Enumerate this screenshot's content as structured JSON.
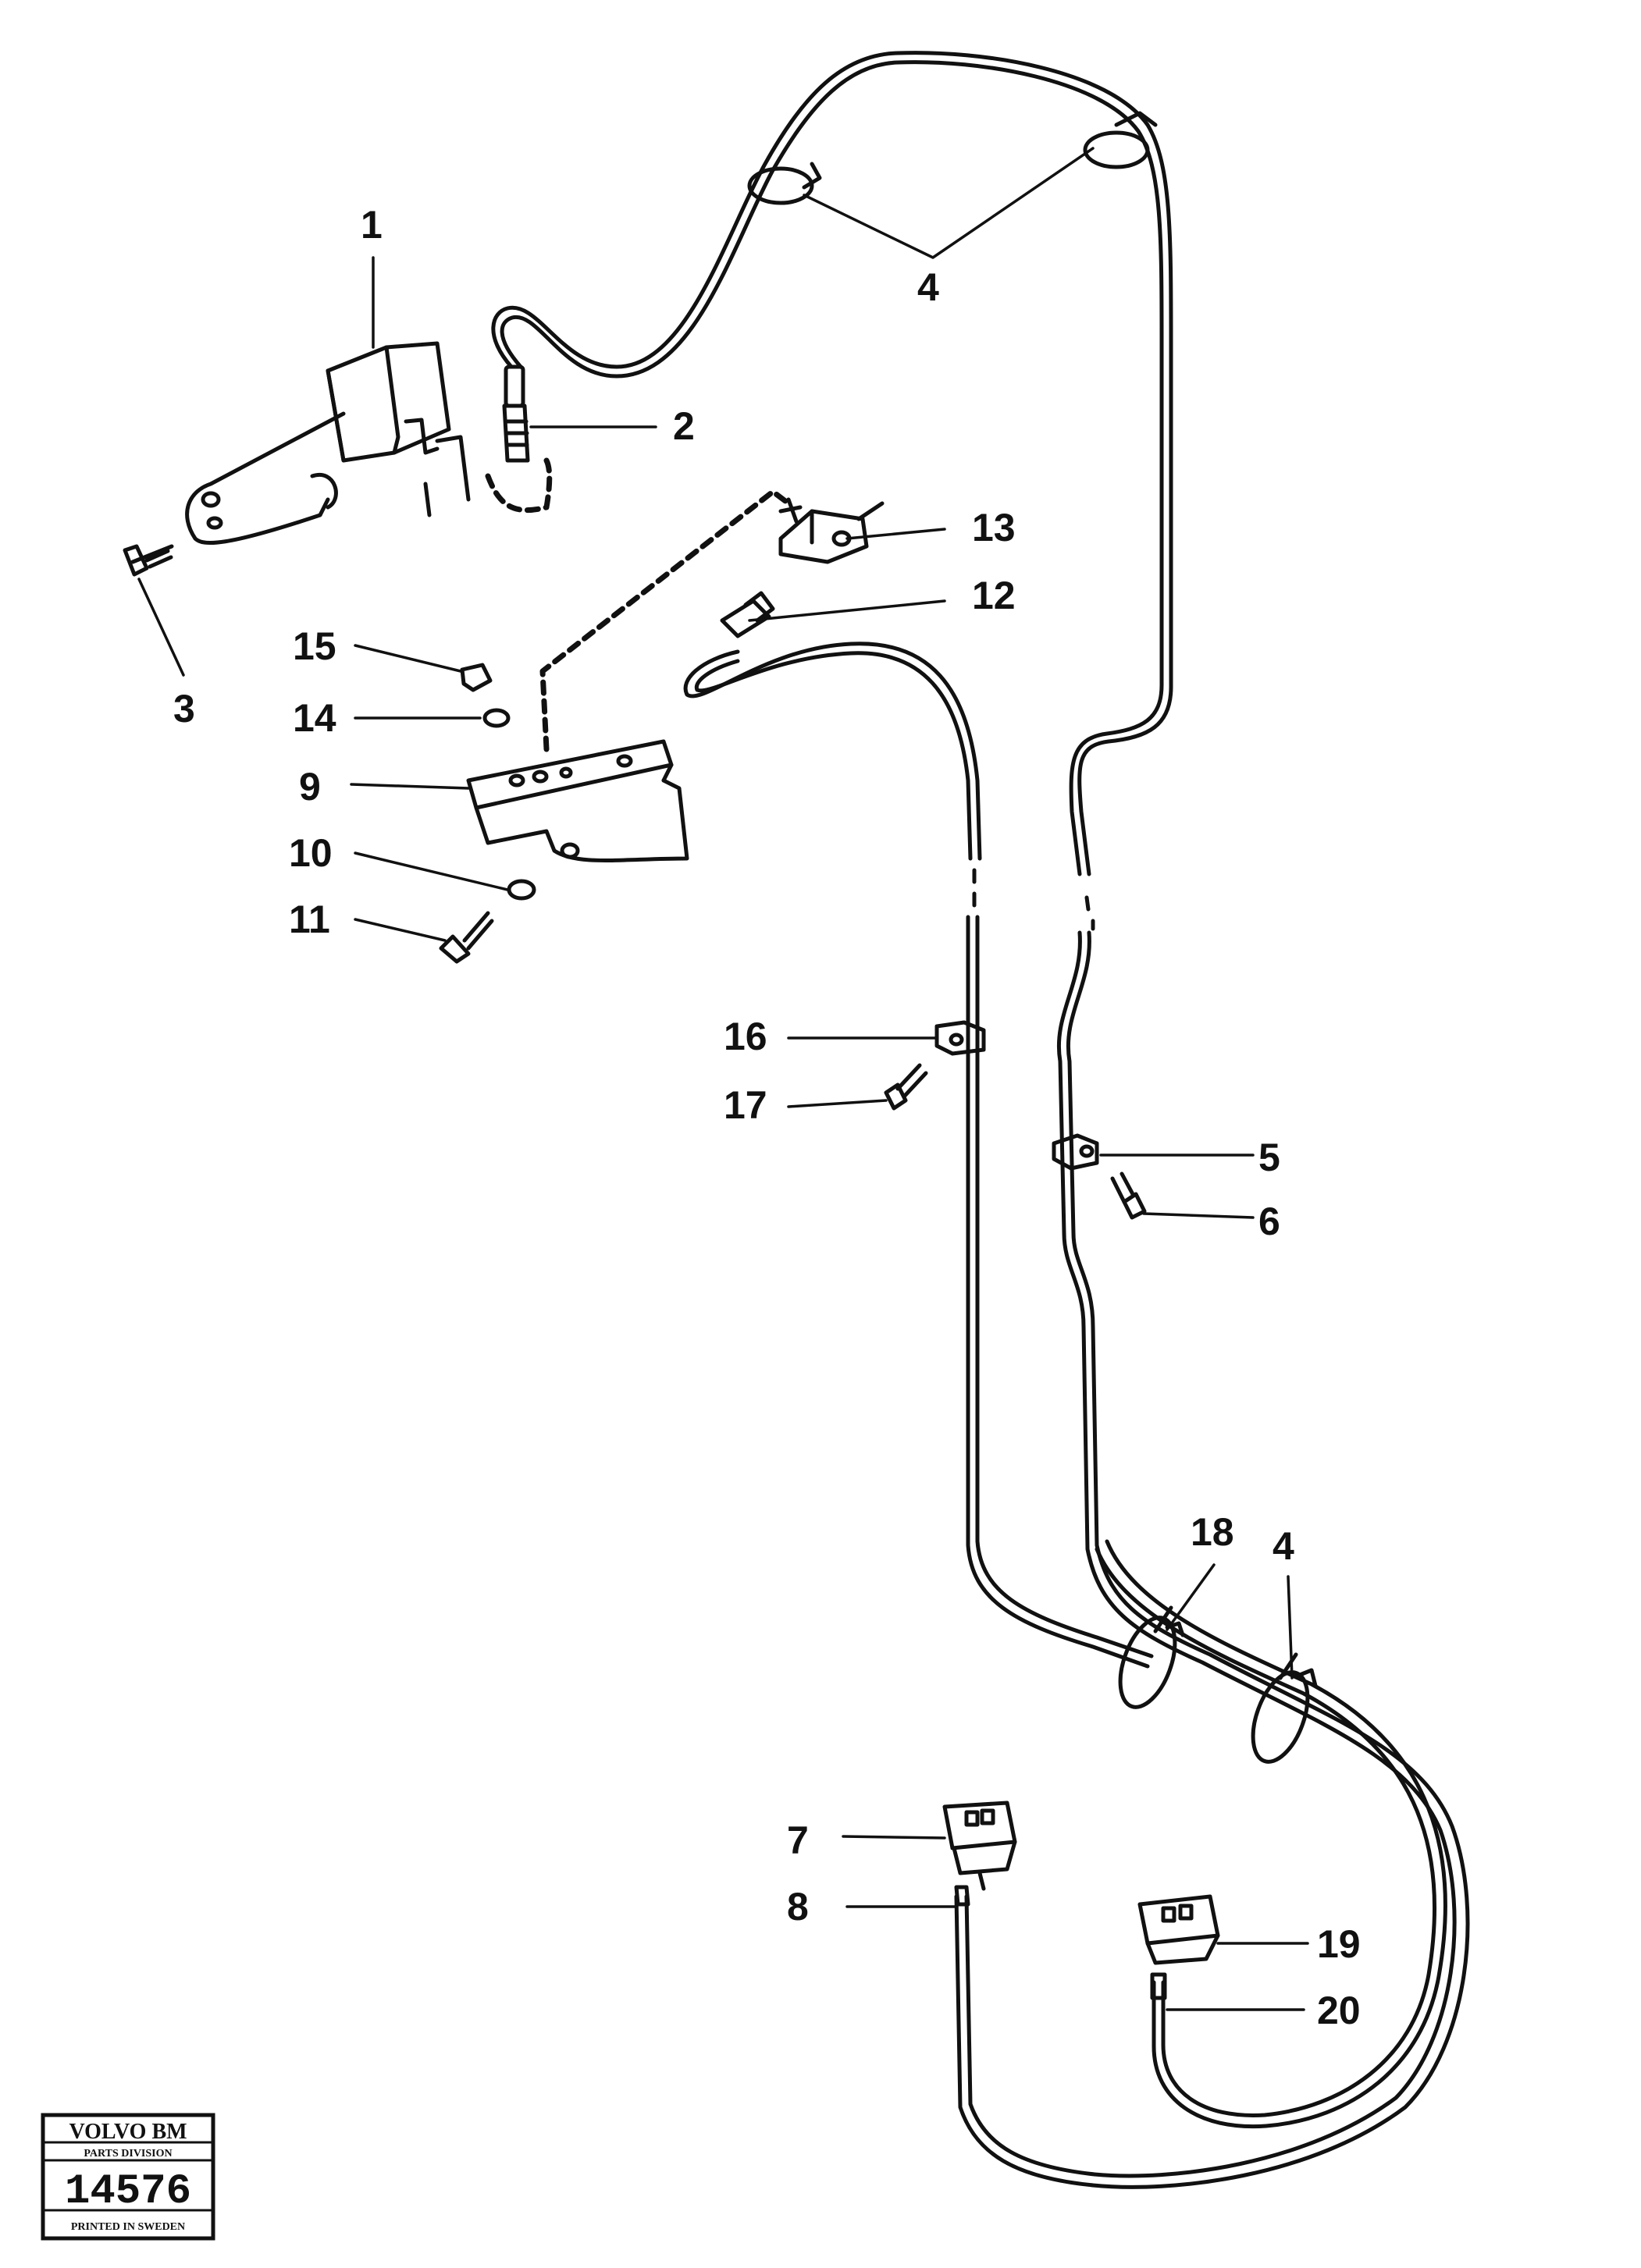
{
  "callouts": {
    "c1": "1",
    "c2": "2",
    "c3": "3",
    "c4a": "4",
    "c4b": "4",
    "c5": "5",
    "c6": "6",
    "c7": "7",
    "c8": "8",
    "c9": "9",
    "c10": "10",
    "c11": "11",
    "c12": "12",
    "c13": "13",
    "c14": "14",
    "c15": "15",
    "c16": "16",
    "c17": "17",
    "c18": "18",
    "c19": "19",
    "c20": "20"
  },
  "stamp": {
    "brand": "VOLVO BM",
    "division": "PARTS DIVISION",
    "number": "14576",
    "printed": "PRINTED IN SWEDEN"
  }
}
